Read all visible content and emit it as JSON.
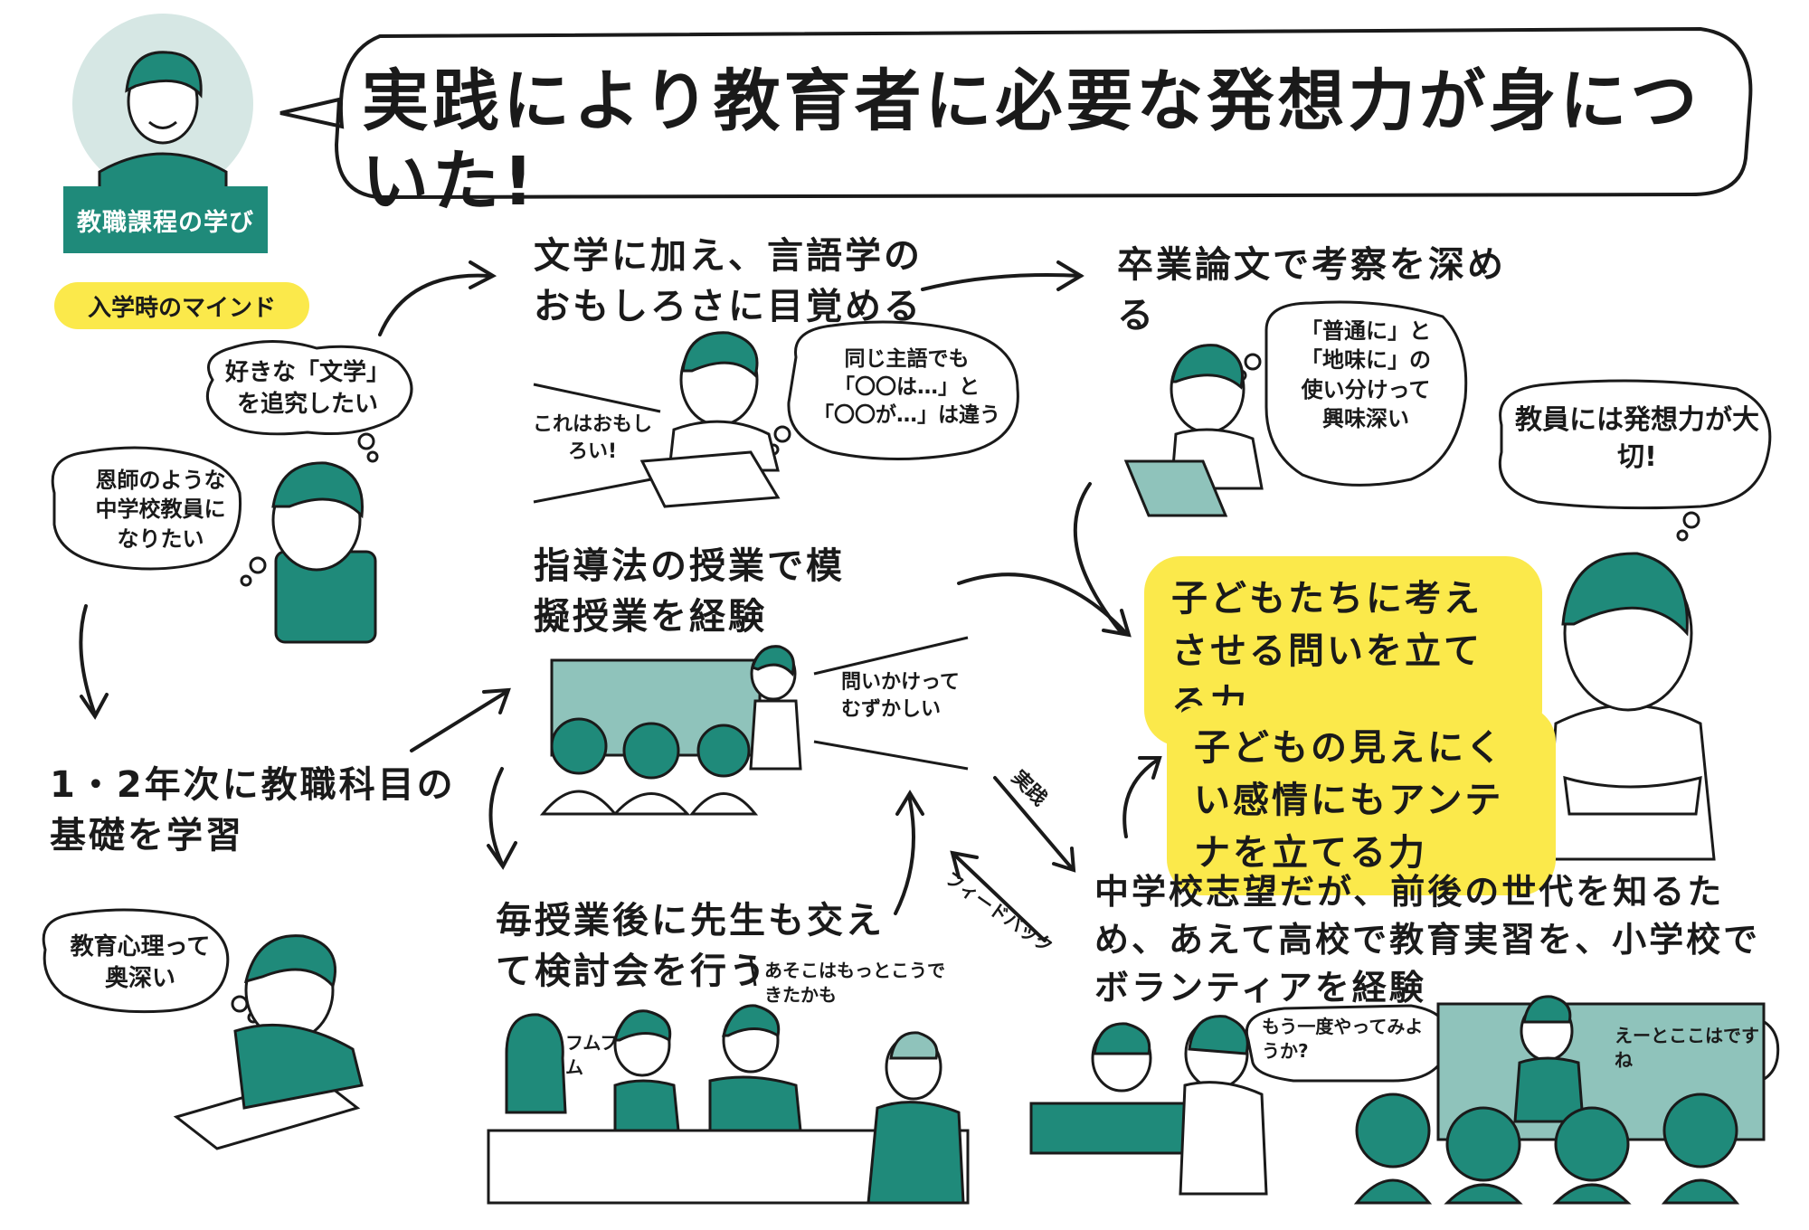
{
  "title": "実践により教育者に必要な発想力が身についた!",
  "badge": "教職課程の学び",
  "mind_tag": "入学時のマインド",
  "left": {
    "thought_literature": "好きな「文学」を追究したい",
    "thought_teacher": "恩師のような中学校教員になりたい",
    "step_basics": "1・2年次に教職科目の基礎を学習",
    "thought_psych": "教育心理って奥深い"
  },
  "middle": {
    "linguistics": "文学に加え、言語学のおもしろさに目覚める",
    "note_interesting": "これはおもしろい!",
    "bubble_subject_1": "同じ主語でも",
    "bubble_subject_2": "「〇〇は…」と",
    "bubble_subject_3": "「〇〇が…」は違う",
    "method_class": "指導法の授業で模擬授業を経験",
    "note_questions": "問いかけってむずかしい",
    "review": "毎授業後に先生も交えて検討会を行う",
    "note_review": "あそこはもっとこうできたかも",
    "fumufumu": "フムフム"
  },
  "right": {
    "thesis": "卒業論文で考察を深める",
    "bubble_words_1": "「普通に」と",
    "bubble_words_2": "「地味に」の",
    "bubble_words_3": "使い分けって",
    "bubble_words_4": "興味深い",
    "bubble_idea": "教員には発想力が大切!",
    "skill_1": "子どもたちに考えさせる問いを立てる力",
    "skill_2": "子どもの見えにくい感情にもアンテナを立てる力",
    "practice_label": "実践",
    "feedback_label": "フィードバック",
    "practicum": "中学校志望だが、前後の世代を知るため、あえて高校で教育実習を、小学校でボランティアを経験",
    "bubble_retry": "もう一度やってみようか?",
    "bubble_here": "えーとここはですね"
  },
  "colors": {
    "teal": "#1f8a7a",
    "teal_light": "#8fc3bb",
    "yellow": "#fbe94b",
    "avatar_bg": "#d6e7e4",
    "ink": "#1a1a1a"
  }
}
